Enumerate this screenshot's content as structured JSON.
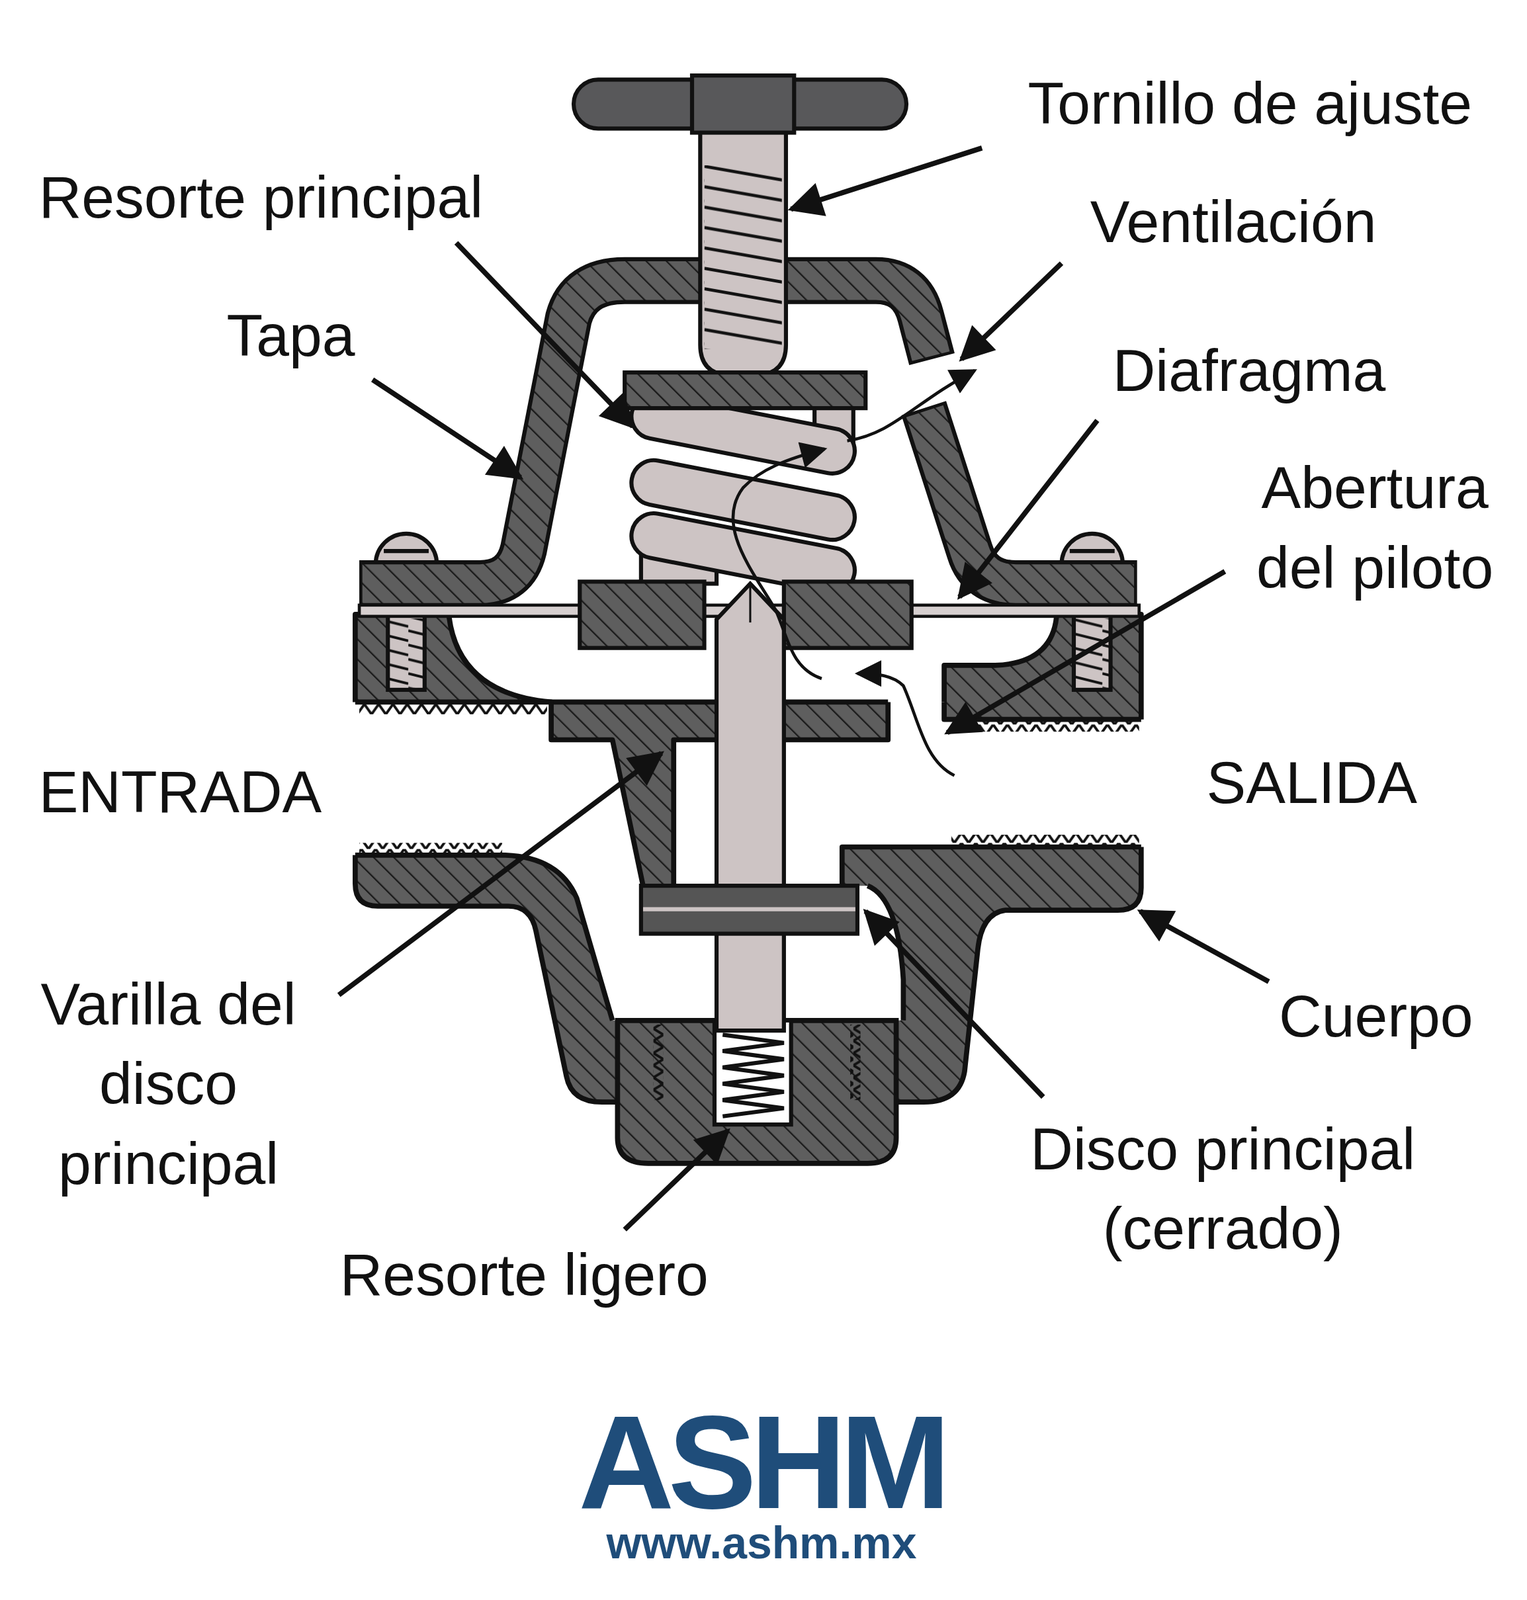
{
  "diagram": {
    "labels": [
      "Tornillo de ajuste",
      "Resorte principal",
      "Ventilación",
      "Tapa",
      "Diafragma",
      "Abertura del piloto",
      "ENTRADA",
      "SALIDA",
      "Varilla del disco principal",
      "Cuerpo",
      "Disco principal (cerrado)",
      "Resorte ligero",
      "ASHM",
      "www.ashm.mx"
    ]
  }
}
